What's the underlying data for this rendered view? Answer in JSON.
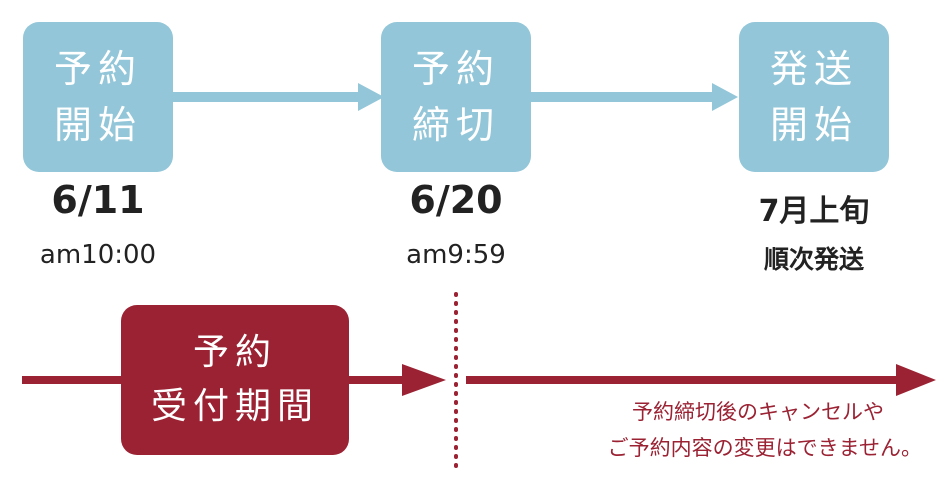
{
  "steps": [
    {
      "line1": "予約",
      "line2": "開始",
      "date": "6/11",
      "time": "am10:00"
    },
    {
      "line1": "予約",
      "line2": "締切",
      "date": "6/20",
      "time": "am9:59"
    },
    {
      "line1": "発送",
      "line2": "開始",
      "date": "7月上旬",
      "time": "順次発送"
    }
  ],
  "period": {
    "line1": "予約",
    "line2": "受付期間"
  },
  "note": {
    "line1": "予約締切後のキャンセルや",
    "line2": "ご予約内容の変更はできません。"
  },
  "colors": {
    "step_box": "#92c6d8",
    "period": "#9b2233",
    "text": "#222222"
  }
}
